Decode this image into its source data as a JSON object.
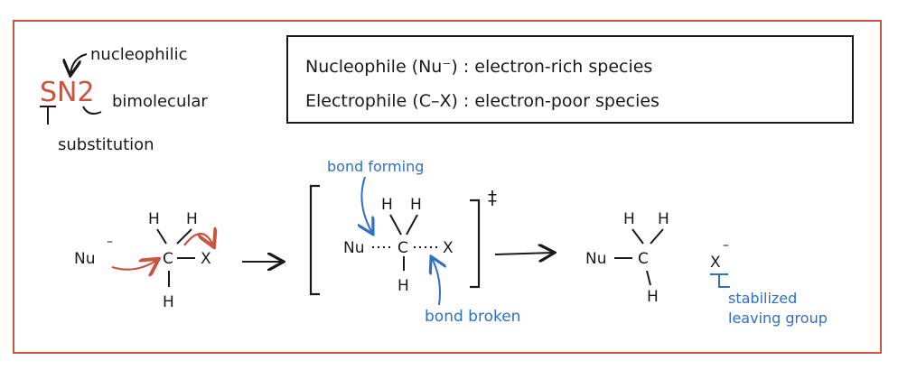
{
  "title": {
    "sn2": "SN2",
    "nucleophilic": "nucleophilic",
    "bimolecular": "bimolecular",
    "substitution": "substitution"
  },
  "definitions": {
    "nucleophile": "Nucleophile (Nu⁻) : electron-rich species",
    "electrophile": "Electrophile (C–X) : electron-poor species"
  },
  "reactant": {
    "nucleophile": "Nu",
    "charge": "–",
    "carbon": "C",
    "leaving": "X",
    "h1": "H",
    "h2": "H",
    "h3": "H"
  },
  "transition_state": {
    "nucleophile": "Nu",
    "carbon": "C",
    "leaving": "X",
    "h1": "H",
    "h2": "H",
    "h3": "H",
    "double_dagger": "‡",
    "label_forming": "bond forming",
    "label_broken": "bond broken"
  },
  "product": {
    "nucleophile": "Nu",
    "carbon": "C",
    "h1": "H",
    "h2": "H",
    "h3": "H",
    "leaving": "X",
    "charge": "–",
    "label": "stabilized leaving group"
  },
  "colors": {
    "border": "#c8553f",
    "arrow_red": "#c8553f",
    "annotation_blue": "#2f6fc7",
    "ink": "#1a1a1a"
  }
}
